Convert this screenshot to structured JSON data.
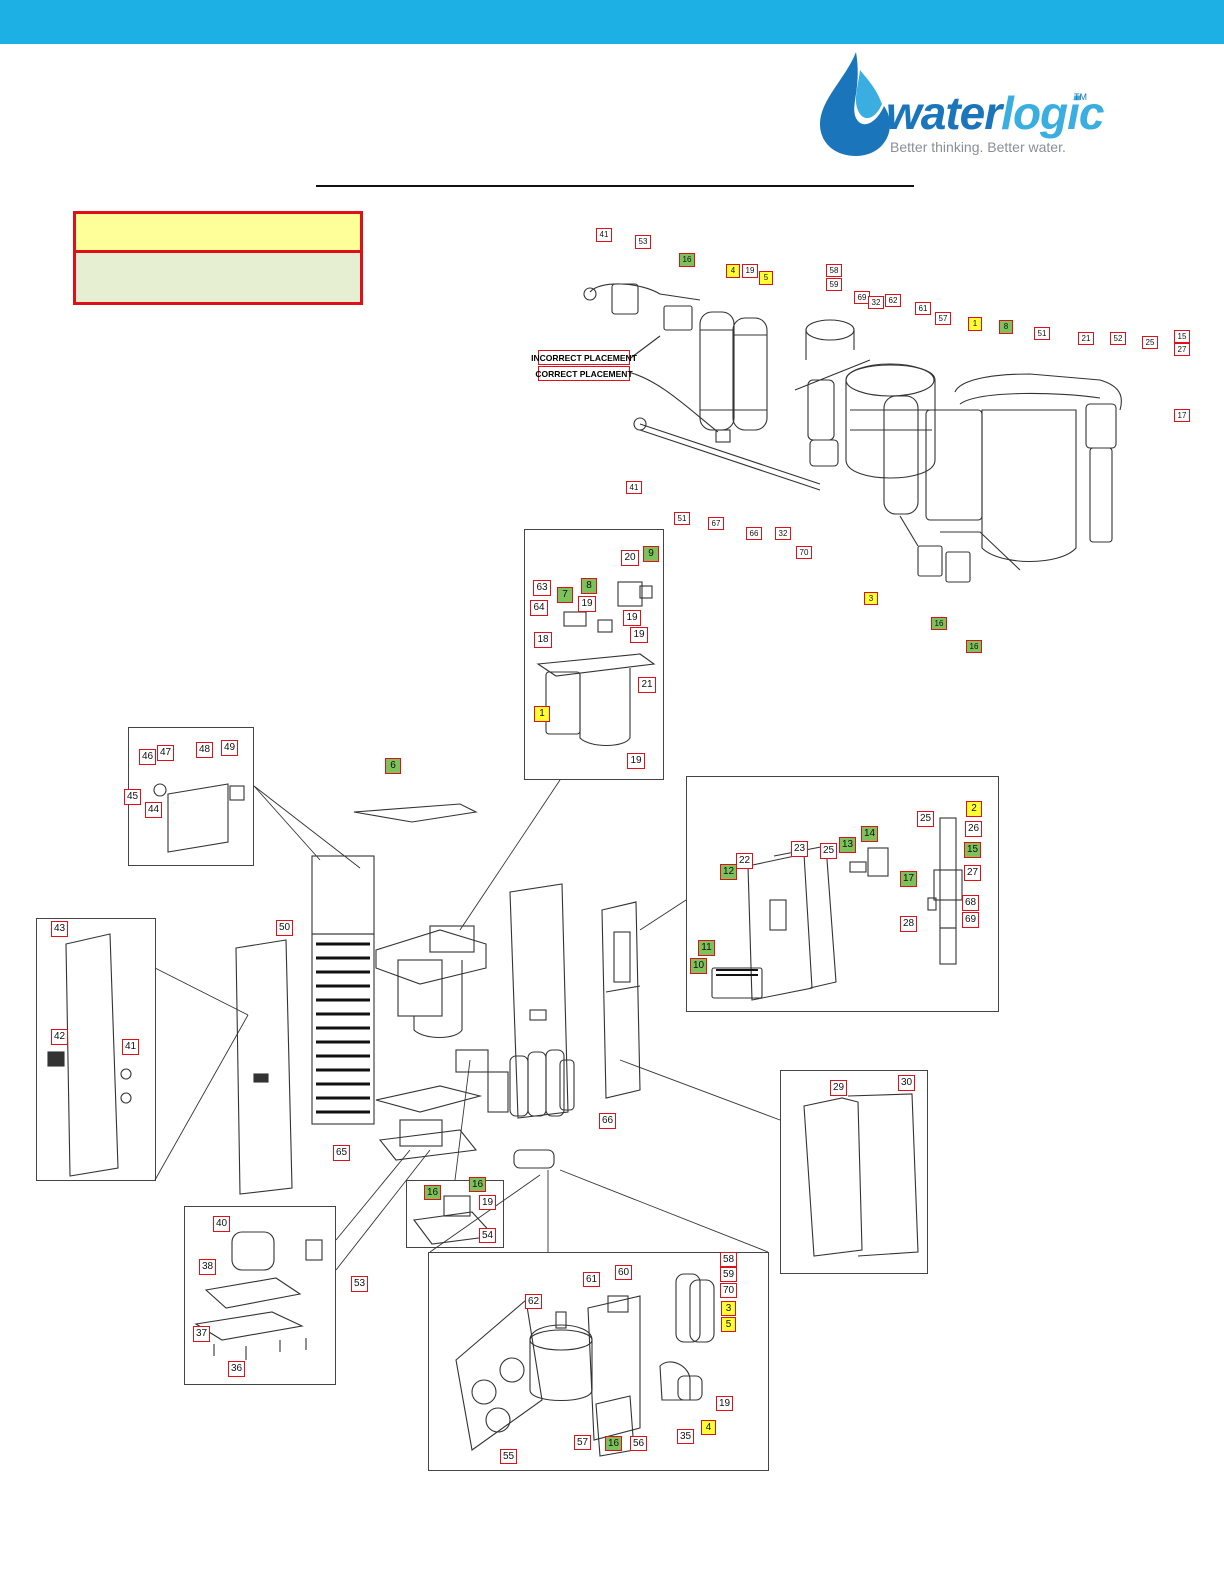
{
  "header": {
    "bar_color": "#1cb0e4"
  },
  "logo": {
    "word_dark": "water",
    "word_light": "logic",
    "tm": "TM",
    "tagline": "Better thinking. Better water.",
    "colors": {
      "dark_blue": "#1b75bb",
      "light_blue": "#3aaee0"
    }
  },
  "legend": {
    "yellow_fill": "#ffff99",
    "green_fill": "#e6efd2",
    "border": "#e0101a"
  },
  "callout_colors": {
    "yellow": "#ffff33",
    "green": "#7cc15a",
    "border": "#e0101a"
  },
  "notes": {
    "incorrect": "INCORRECT PLACEMENT",
    "correct": "CORRECT PLACEMENT"
  },
  "callouts": {
    "a41a": "41",
    "a53": "53",
    "a16a": "16",
    "a4": "4",
    "a19a": "19",
    "a5": "5",
    "a58": "58",
    "a59": "59",
    "a69": "69",
    "a32a": "32",
    "a62": "62",
    "a61": "61",
    "a57": "57",
    "a1": "1",
    "a8": "8",
    "a51a": "51",
    "a21": "21",
    "a52": "52",
    "a25": "25",
    "a15": "15",
    "a27": "27",
    "a17": "17",
    "a41b": "41",
    "a51b": "51",
    "a67": "67",
    "a66": "66",
    "a32b": "32",
    "a70": "70",
    "a3": "3",
    "a16b": "16",
    "a16c": "16",
    "b20": "20",
    "b9": "9",
    "b63": "63",
    "b7": "7",
    "b8": "8",
    "b64": "64",
    "b19a": "19",
    "b19b": "19",
    "b19c": "19",
    "b18": "18",
    "b21": "21",
    "b1": "1",
    "b19d": "19",
    "c46": "46",
    "c47": "47",
    "c48": "48",
    "c49": "49",
    "c45": "45",
    "c44": "44",
    "d6": "6",
    "e25a": "25",
    "e2": "2",
    "e26": "26",
    "e15": "15",
    "e23": "23",
    "e25b": "25",
    "e13": "13",
    "e14": "14",
    "e22": "22",
    "e12": "12",
    "e17": "17",
    "e27": "27",
    "e68": "68",
    "e69": "69",
    "e28": "28",
    "e11": "11",
    "e10": "10",
    "f43": "43",
    "f42": "42",
    "f41": "41",
    "g50": "50",
    "g65": "65",
    "g66": "66",
    "h29": "29",
    "h30": "30",
    "i16a": "16",
    "i16b": "16",
    "i19": "19",
    "i54": "54",
    "j40": "40",
    "j38": "38",
    "j37": "37",
    "j36": "36",
    "j53": "53",
    "k58": "58",
    "k59": "59",
    "k70": "70",
    "k3": "3",
    "k5": "5",
    "k61": "61",
    "k60": "60",
    "k62": "62",
    "k19": "19",
    "k4": "4",
    "k35": "35",
    "k57": "57",
    "k16": "16",
    "k56": "56",
    "k55": "55"
  }
}
